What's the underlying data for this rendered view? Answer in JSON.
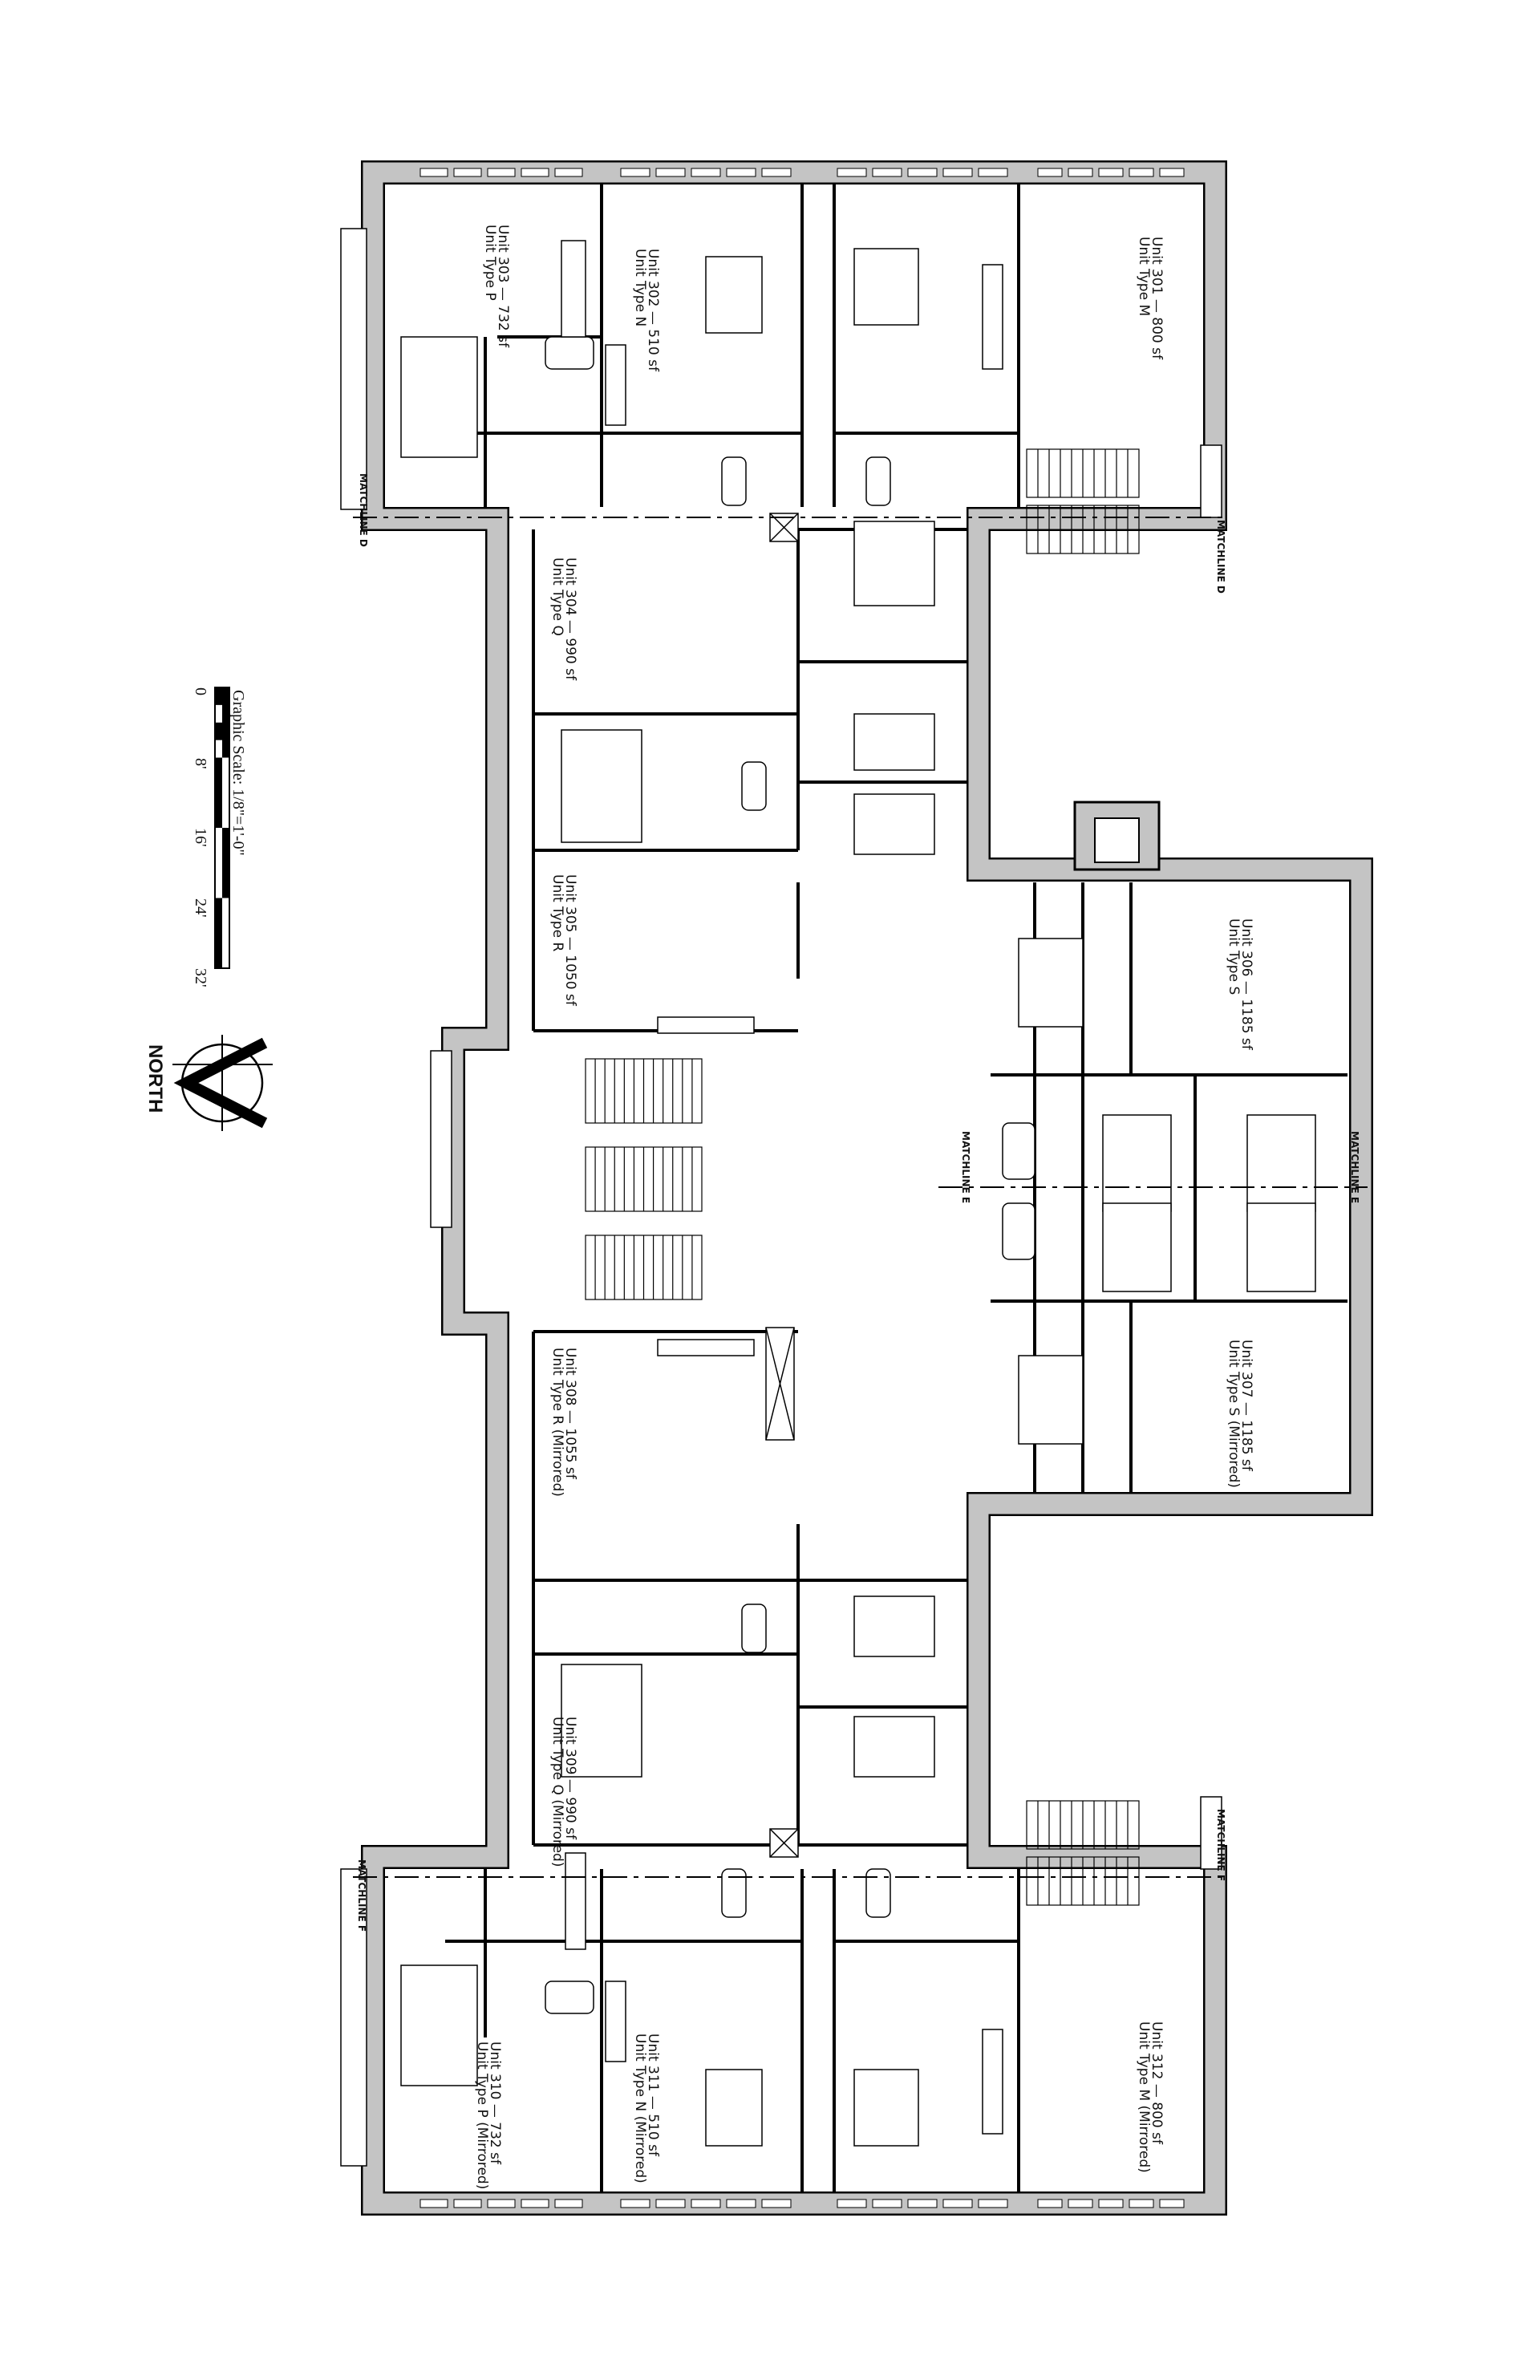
{
  "units": [
    {
      "line1": "Unit 301 — 800 sf",
      "line2": "Unit Type M"
    },
    {
      "line1": "Unit 302 — 510 sf",
      "line2": "Unit Type N"
    },
    {
      "line1": "Unit 303 — 732 sf",
      "line2": "Unit Type P"
    },
    {
      "line1": "Unit 304 — 990 sf",
      "line2": "Unit Type Q"
    },
    {
      "line1": "Unit 305 — 1050 sf",
      "line2": "Unit Type R"
    },
    {
      "line1": "Unit 306 — 1185 sf",
      "line2": "Unit Type S"
    },
    {
      "line1": "Unit 307 — 1185 sf",
      "line2": "Unit Type S (Mirrored)"
    },
    {
      "line1": "Unit 308 — 1055 sf",
      "line2": "Unit Type R (Mirrored)"
    },
    {
      "line1": "Unit 309 — 990 sf",
      "line2": "Unit Type Q (Mirrored)"
    },
    {
      "line1": "Unit 310 — 732 sf",
      "line2": "Unit Type P (Mirrored)"
    },
    {
      "line1": "Unit 311 — 510 sf",
      "line2": "Unit Type N (Mirrored)"
    },
    {
      "line1": "Unit 312 — 800 sf",
      "line2": "Unit Type M (Mirrored)"
    }
  ],
  "matchlines": {
    "d": "MATCHLINE D",
    "e": "MATCHLINE E",
    "f": "MATCHLINE F"
  },
  "graphic_scale": {
    "label": "Graphic Scale:  1/8\"=1'-0\"",
    "ticks": [
      "0",
      "8'",
      "16'",
      "24'",
      "32'"
    ]
  },
  "north_arrow": {
    "label": "NORTH"
  },
  "colors": {
    "wall_fill": "#c4c4c4",
    "line": "#000000"
  }
}
